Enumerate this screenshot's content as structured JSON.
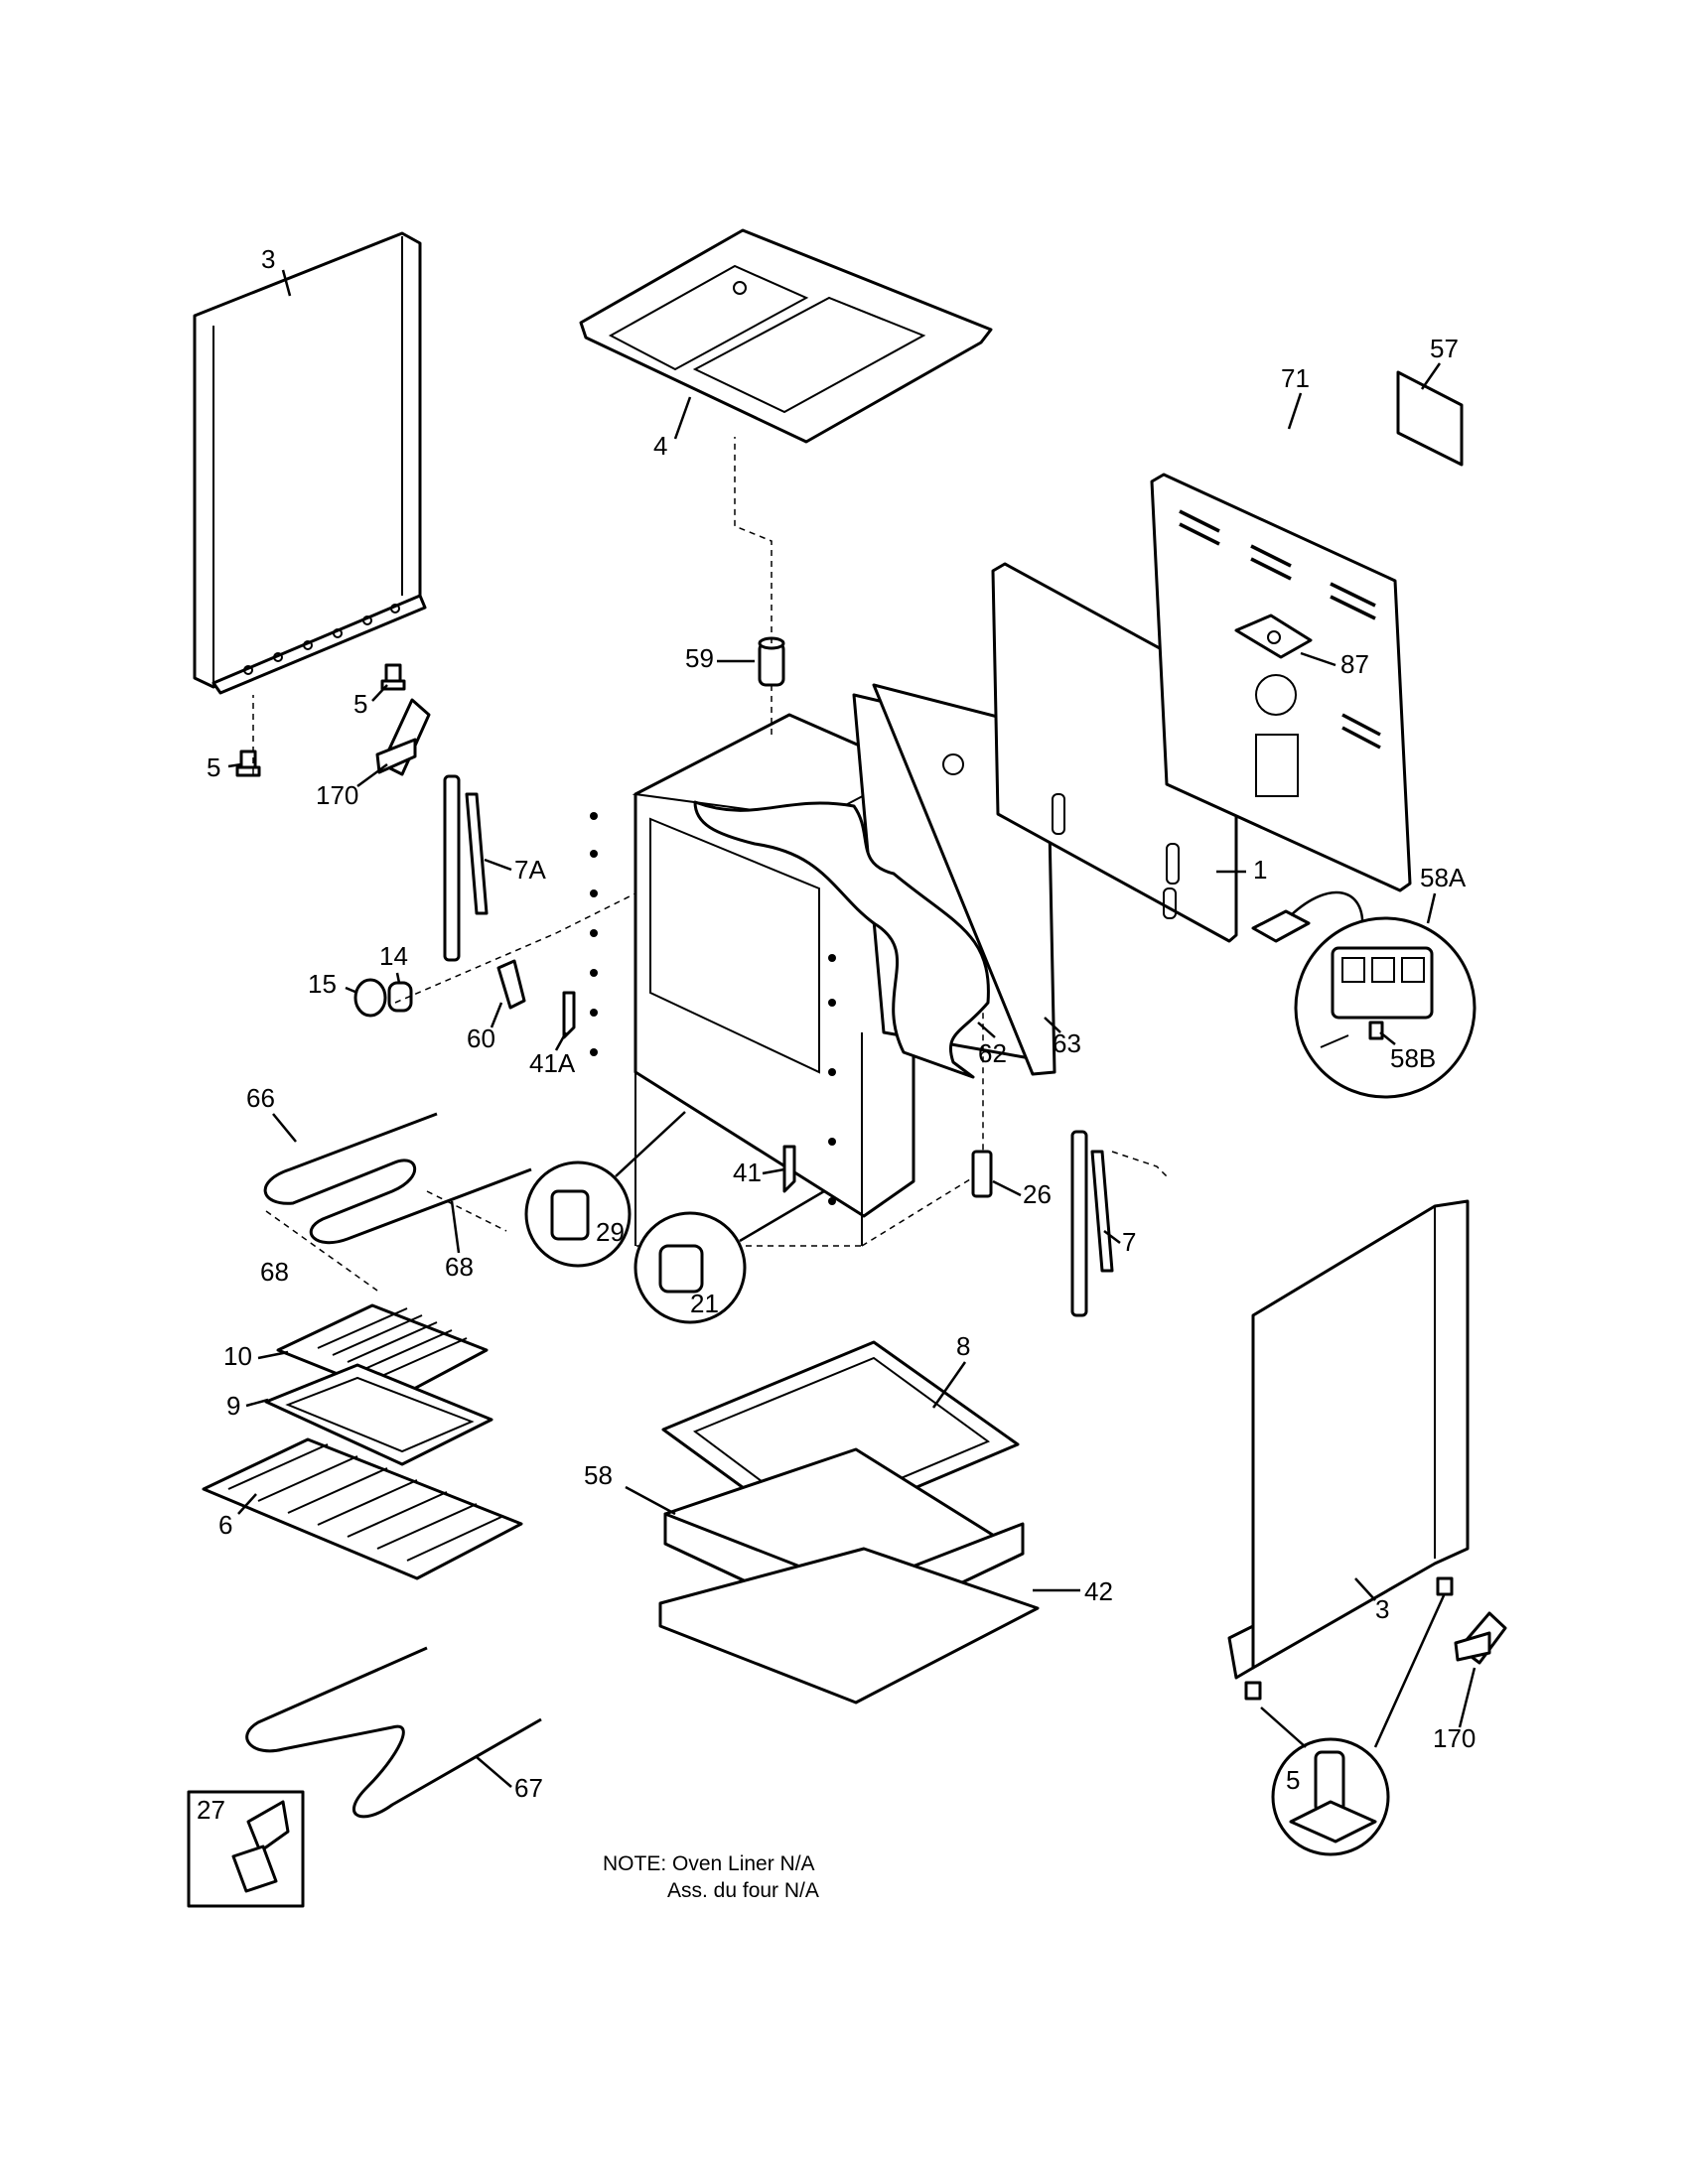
{
  "diagram": {
    "parts": [
      {
        "id": "side-panel-left",
        "label": "3"
      },
      {
        "id": "side-panel-right",
        "label": "3"
      },
      {
        "id": "top-panel",
        "label": "4"
      },
      {
        "id": "rear-panel",
        "label": "71"
      },
      {
        "id": "cover-plate",
        "label": "57"
      },
      {
        "id": "back-panel",
        "label": "1"
      },
      {
        "id": "plate",
        "label": "87"
      },
      {
        "id": "spacer",
        "label": "59"
      },
      {
        "id": "leveler-left-a",
        "label": "5"
      },
      {
        "id": "leveler-left-b",
        "label": "5"
      },
      {
        "id": "leveler-detail",
        "label": "5"
      },
      {
        "id": "bracket-left",
        "label": "170"
      },
      {
        "id": "bracket-right",
        "label": "170"
      },
      {
        "id": "hinge-left",
        "label": "7A"
      },
      {
        "id": "hinge-right",
        "label": "7"
      },
      {
        "id": "bulb",
        "label": "15"
      },
      {
        "id": "lamp-socket",
        "label": "14"
      },
      {
        "id": "pin",
        "label": "60"
      },
      {
        "id": "clip-41a",
        "label": "41A"
      },
      {
        "id": "clip-41",
        "label": "41"
      },
      {
        "id": "insulation-58a",
        "label": "58A"
      },
      {
        "id": "insulation-58b",
        "label": "58B"
      },
      {
        "id": "terminal-block",
        "label": "62"
      },
      {
        "id": "screw-63",
        "label": "63"
      },
      {
        "id": "broil-element",
        "label": "66"
      },
      {
        "id": "bracket-68-left",
        "label": "68"
      },
      {
        "id": "bracket-68-right",
        "label": "68"
      },
      {
        "id": "clip-29",
        "label": "29"
      },
      {
        "id": "clip-21",
        "label": "21"
      },
      {
        "id": "clip-26",
        "label": "26"
      },
      {
        "id": "broiler-insert",
        "label": "10"
      },
      {
        "id": "broiler-pan",
        "label": "9"
      },
      {
        "id": "oven-rack",
        "label": "6"
      },
      {
        "id": "drawer-panel",
        "label": "8"
      },
      {
        "id": "insulation-58",
        "label": "58"
      },
      {
        "id": "drawer-bottom",
        "label": "42"
      },
      {
        "id": "bake-element",
        "label": "67"
      },
      {
        "id": "bracket-27",
        "label": "27"
      }
    ],
    "note_line1": "NOTE: Oven Liner N/A",
    "note_line2": "Ass. du four N/A"
  }
}
